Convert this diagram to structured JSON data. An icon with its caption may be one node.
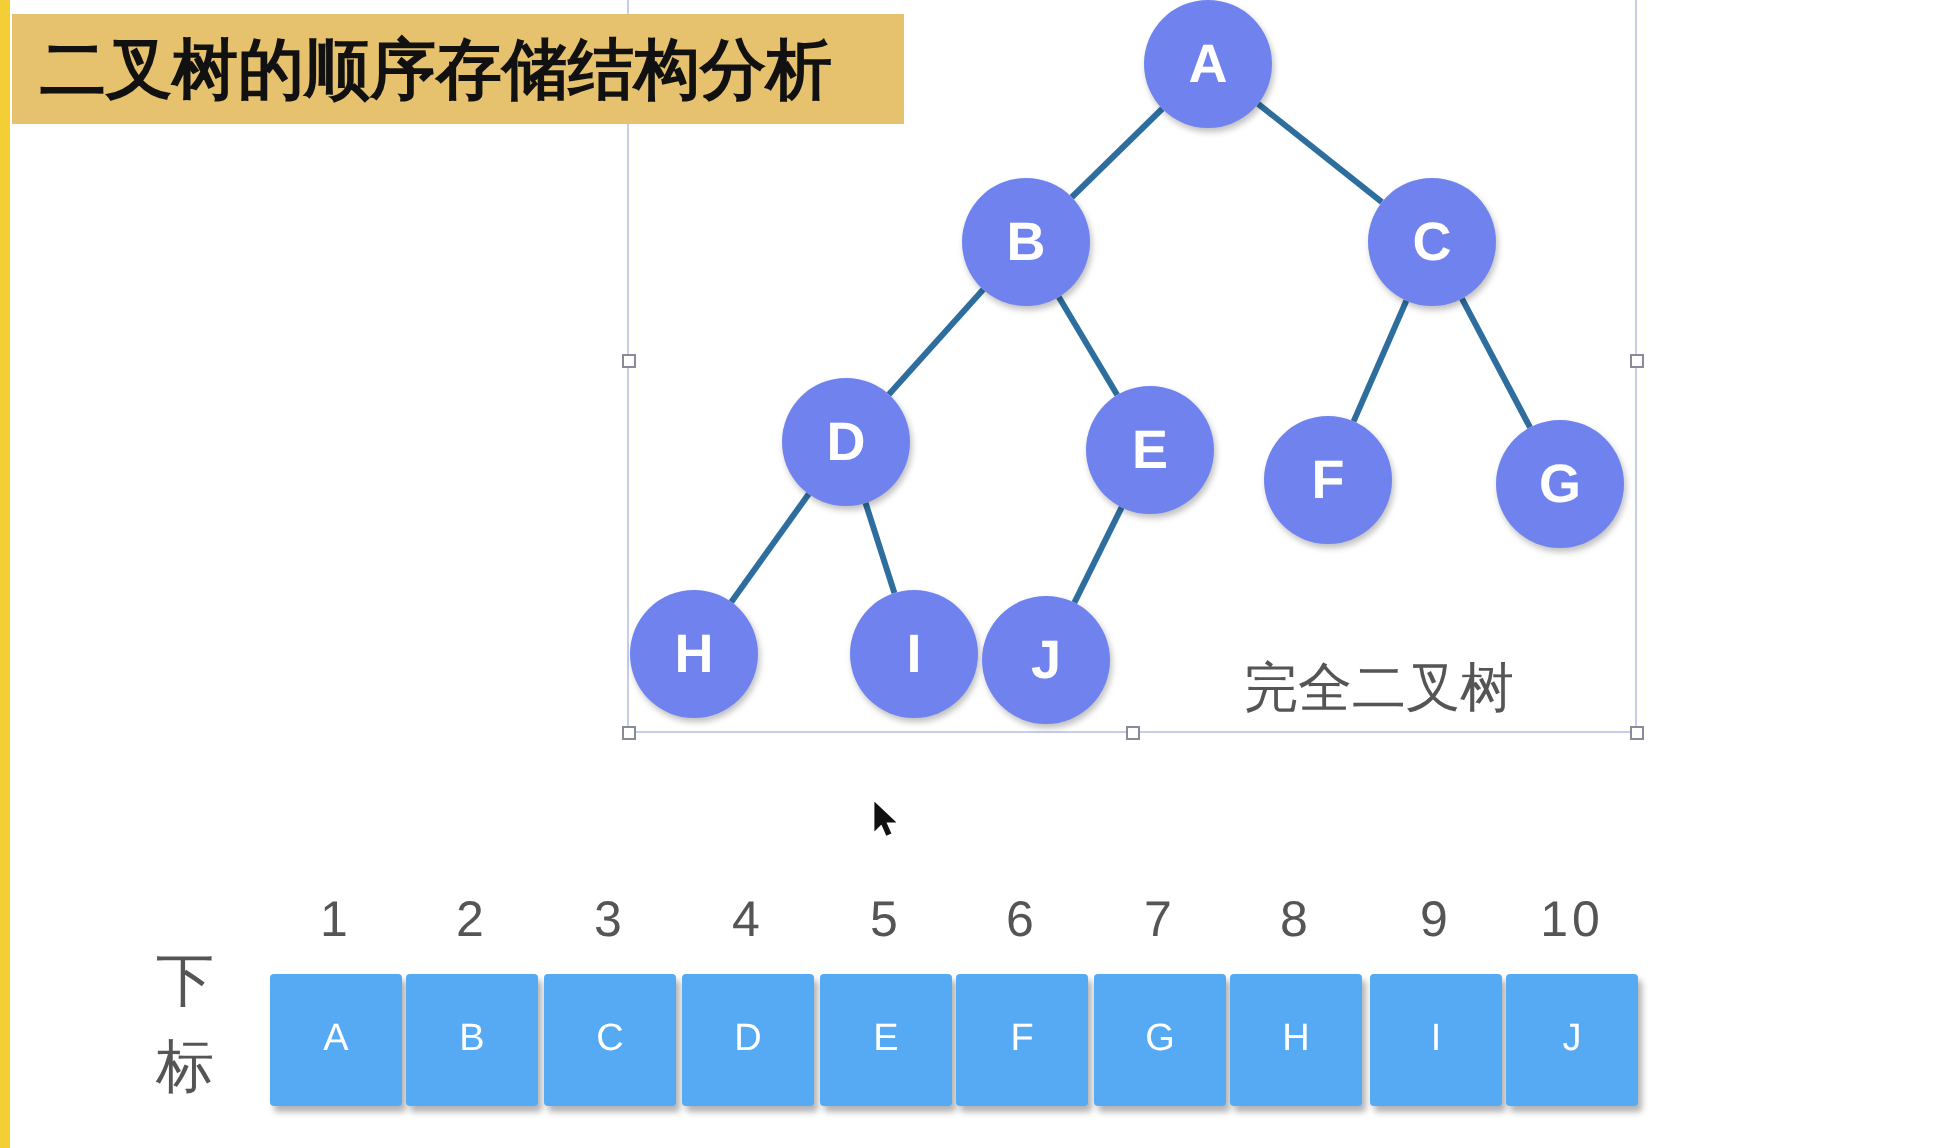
{
  "diagram": {
    "title": "二叉树的顺序存储结构分析",
    "nodes": [
      {
        "text": [
          "A"
        ]
      },
      {
        "text": [
          "B"
        ]
      },
      {
        "text": [
          "C"
        ]
      },
      {
        "text": [
          "D"
        ]
      },
      {
        "text": [
          "E"
        ]
      },
      {
        "text": [
          "F"
        ]
      },
      {
        "text": [
          "G"
        ]
      },
      {
        "text": [
          "H"
        ]
      },
      {
        "text": [
          "I"
        ]
      },
      {
        "text": [
          "J"
        ]
      },
      {
        "text": [
          "A"
        ],
        "beside": [
          "1"
        ]
      },
      {
        "text": [
          "B"
        ],
        "beside": [
          "2"
        ]
      },
      {
        "text": [
          "C"
        ],
        "beside": [
          "3"
        ]
      },
      {
        "text": [
          "D"
        ],
        "beside": [
          "4"
        ]
      },
      {
        "text": [
          "E"
        ],
        "beside": [
          "5"
        ]
      },
      {
        "text": [
          "F"
        ],
        "beside": [
          "6"
        ]
      },
      {
        "text": [
          "G"
        ],
        "beside": [
          "7"
        ]
      },
      {
        "text": [
          "H"
        ],
        "beside": [
          "8"
        ]
      },
      {
        "text": [
          "I"
        ],
        "beside": [
          "9"
        ]
      },
      {
        "text": [
          "J"
        ],
        "beside": [
          "10"
        ]
      }
    ],
    "edges": [
      {
        "from": 0,
        "to": 1,
        "arrow": "none"
      },
      {
        "from": 0,
        "to": 2,
        "arrow": "none"
      },
      {
        "from": 1,
        "to": 3,
        "arrow": "none"
      },
      {
        "from": 1,
        "to": 4,
        "arrow": "none"
      },
      {
        "from": 2,
        "to": 5,
        "arrow": "none"
      },
      {
        "from": 2,
        "to": 6,
        "arrow": "none"
      },
      {
        "from": 3,
        "to": 7,
        "arrow": "none"
      },
      {
        "from": 3,
        "to": 8,
        "arrow": "none"
      },
      {
        "from": 4,
        "to": 9,
        "arrow": "none"
      }
    ],
    "labels": [
      "完全二叉树",
      "下标"
    ]
  }
}
